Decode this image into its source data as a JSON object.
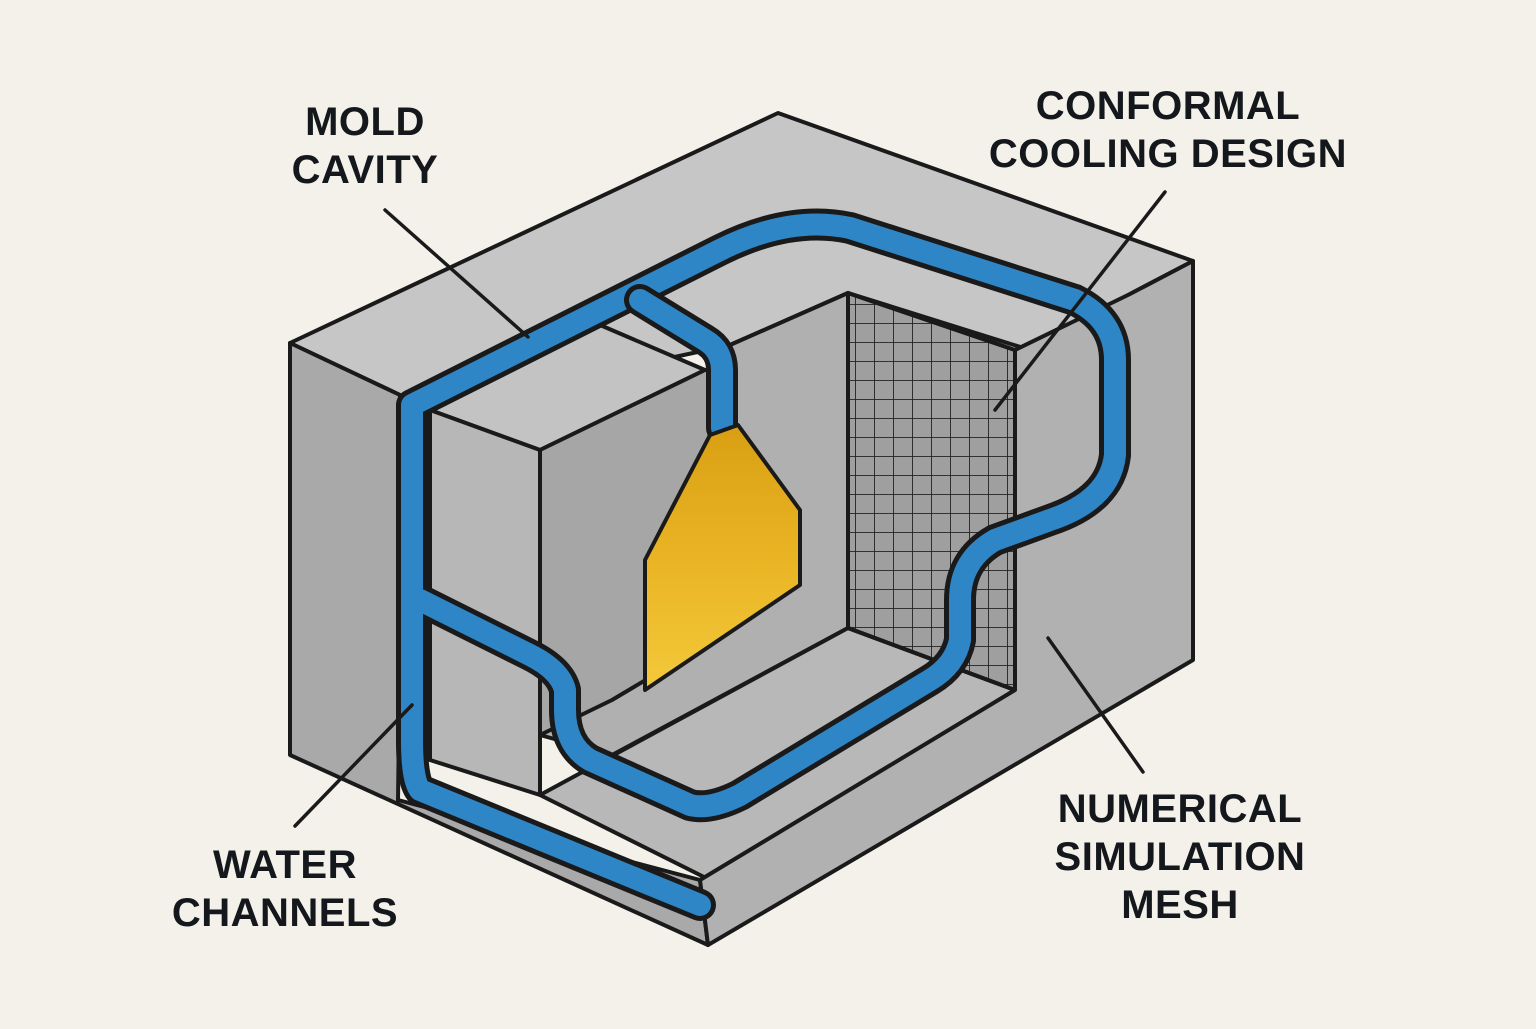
{
  "labels": {
    "mold_cavity": {
      "line1": "MOLD",
      "line2": "CAVITY"
    },
    "conformal_cooling": {
      "line1": "CONFORMAL",
      "line2": "COOLING DESIGN"
    },
    "water_channels": {
      "line1": "WATER",
      "line2": "CHANNELS"
    },
    "simulation_mesh": {
      "line1": "NUMERICAL",
      "line2": "SIMULATION",
      "line3": "MESH"
    }
  },
  "colors": {
    "background": "#f3f1ea",
    "steel_top": "#c9c9c9",
    "steel_front": "#a4a4a4",
    "steel_side": "#b3b3b3",
    "water": "#2f86c6",
    "part_gold": "#f0c02e",
    "outline": "#1a1a1a"
  }
}
